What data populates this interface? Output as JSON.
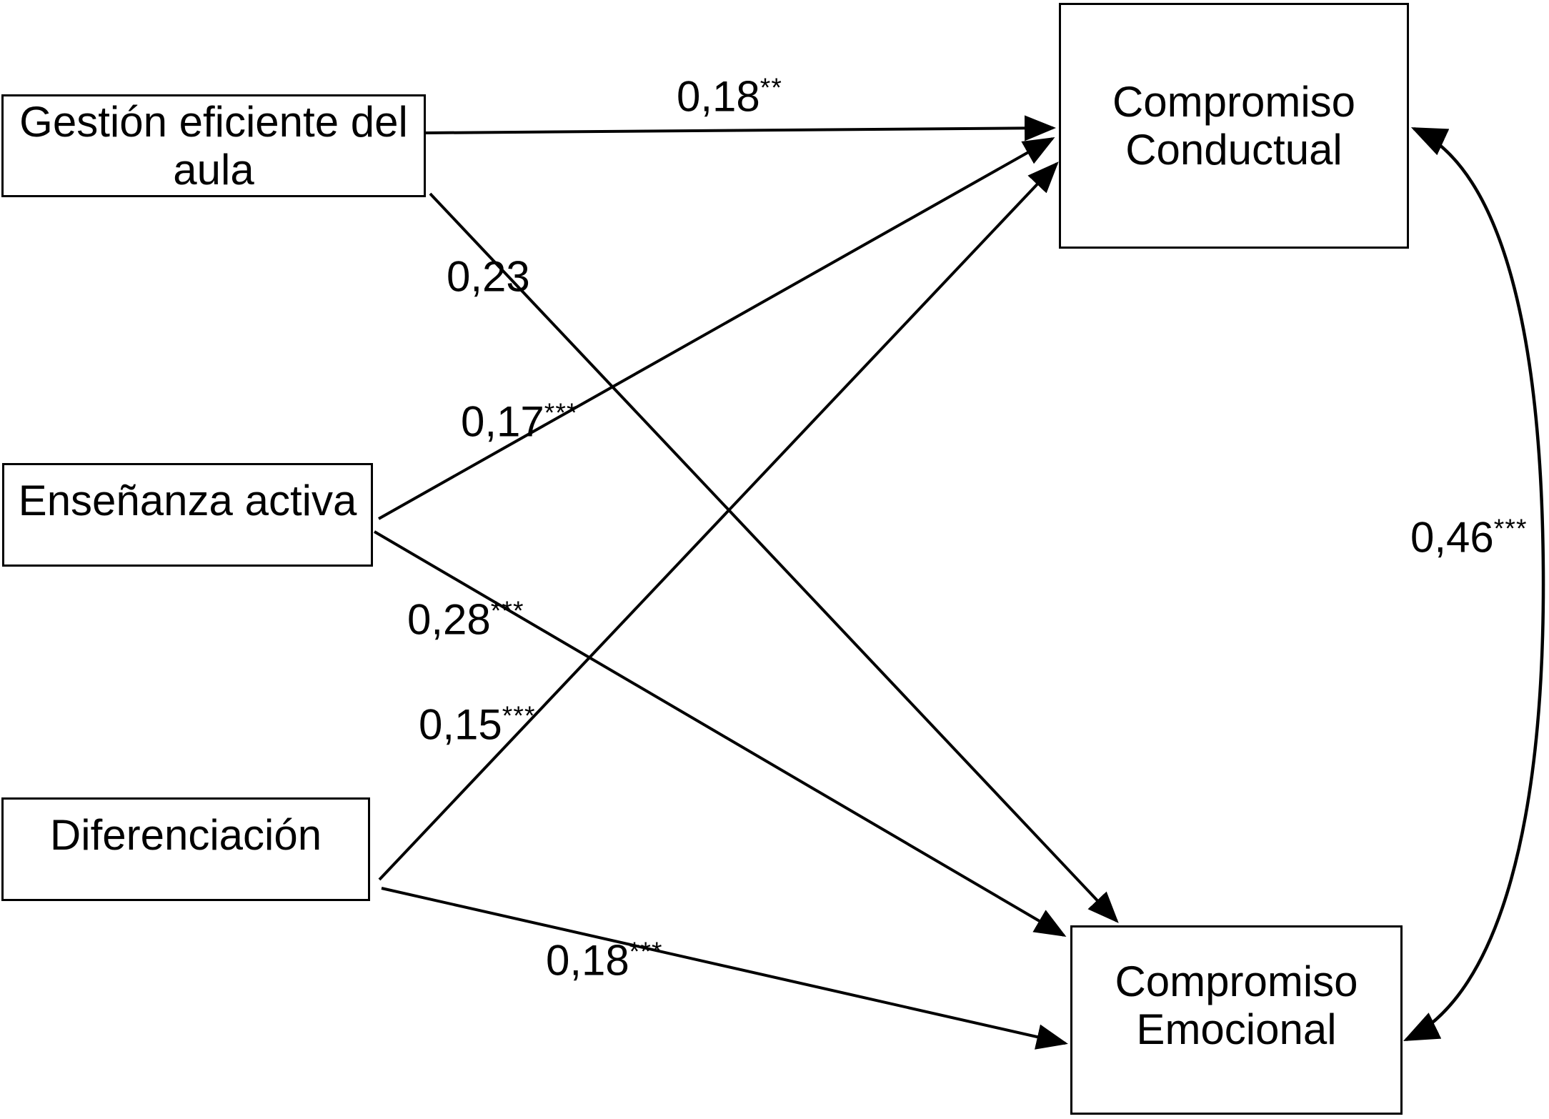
{
  "diagram": {
    "type": "path-model",
    "background_color": "#ffffff",
    "line_color": "#000000",
    "text_color": "#000000",
    "boxes": {
      "gestion": {
        "label": "Gestión eficiente del aula"
      },
      "ensenanza": {
        "label": "Enseñanza activa"
      },
      "diferenciacion": {
        "label": "Diferenciación"
      },
      "conductual": {
        "label": "Compromiso\nConductual"
      },
      "emocional": {
        "label": "Compromiso\nEmocional"
      }
    },
    "paths": [
      {
        "from": "Gestión eficiente del aula",
        "to": "Compromiso Conductual",
        "coefficient": "0,18",
        "stars": "**"
      },
      {
        "from": "Gestión eficiente del aula",
        "to": "Compromiso Emocional",
        "coefficient": "0,23",
        "stars": ""
      },
      {
        "from": "Enseñanza activa",
        "to": "Compromiso Conductual",
        "coefficient": "0,17",
        "stars": "***"
      },
      {
        "from": "Enseñanza activa",
        "to": "Compromiso Emocional",
        "coefficient": "0,28",
        "stars": "***"
      },
      {
        "from": "Diferenciación",
        "to": "Compromiso Conductual",
        "coefficient": "0,15",
        "stars": "***"
      },
      {
        "from": "Diferenciación",
        "to": "Compromiso Emocional",
        "coefficient": "0,18",
        "stars": "***"
      }
    ],
    "covariance": {
      "between": [
        "Compromiso Conductual",
        "Compromiso Emocional"
      ],
      "coefficient": "0,46",
      "stars": "***"
    }
  }
}
